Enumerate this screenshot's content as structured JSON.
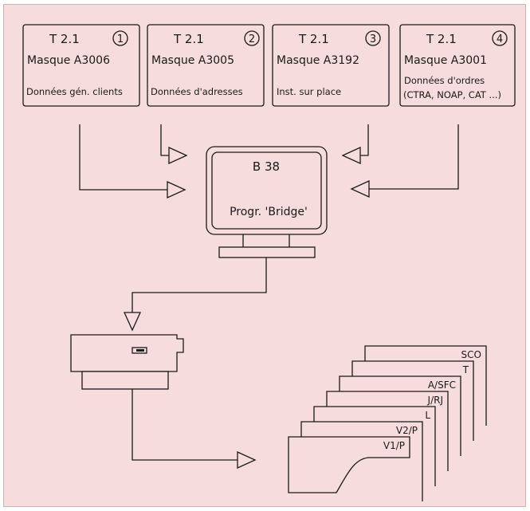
{
  "source_boxes": [
    {
      "ref": "T 2.1",
      "number": "1",
      "mask": "Masque A3006",
      "desc": [
        "Données gén. clients"
      ]
    },
    {
      "ref": "T 2.1",
      "number": "2",
      "mask": "Masque A3005",
      "desc": [
        "Données d'adresses"
      ]
    },
    {
      "ref": "T 2.1",
      "number": "3",
      "mask": "Masque A3192",
      "desc": [
        "Inst. sur place"
      ]
    },
    {
      "ref": "T 2.1",
      "number": "4",
      "mask": "Masque A3001",
      "desc": [
        "Données d'ordres",
        "(CTRA, NOAP, CAT ...)"
      ]
    }
  ],
  "terminal": {
    "title": "B 38",
    "program": "Progr. 'Bridge'"
  },
  "tape_unit": {
    "icon": "tape-drive-icon"
  },
  "output_sheets": [
    "SCO",
    "T",
    "A/SFC",
    "J/RJ",
    "L",
    "V2/P",
    "V1/P"
  ]
}
